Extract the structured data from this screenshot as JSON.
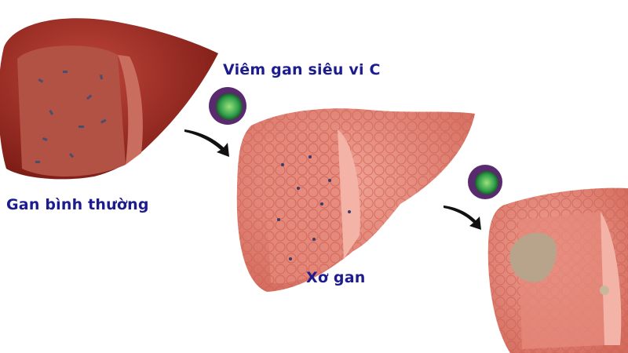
{
  "labels": {
    "normal_liver": "Gan bình thường",
    "virus": "Viêm gan siêu vi C",
    "cirrhosis": "Xơ gan"
  },
  "colors": {
    "label_text": "#1c1c8f",
    "normal_liver": "#9e2a22",
    "cirrhotic_liver": "#e98a7c",
    "virus_core": "#3fbf5a",
    "virus_shell": "#5a2a6e",
    "tumor": "#b7a48a"
  },
  "icons": [
    "hepatitis-c-virus-icon",
    "arrow-icon"
  ]
}
